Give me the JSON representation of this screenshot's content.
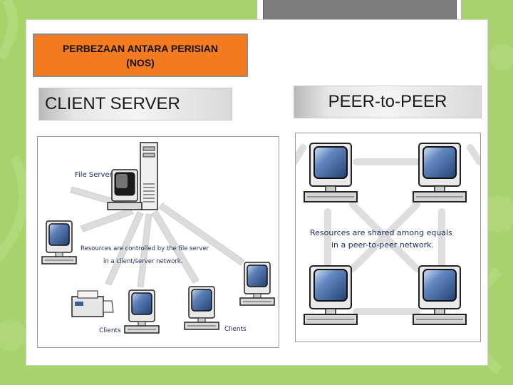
{
  "slide": {
    "title": "PERBEZAAN ANTARA PERISIAN\n(NOS)",
    "left_heading": "CLIENT SERVER",
    "right_heading": "PEER-to-PEER"
  },
  "client_server_diagram": {
    "server_label": "File Server",
    "caption_line1": "Resources are controlled by the file server",
    "caption_line2": "in a client/server network.",
    "clients_label_left": "Clients",
    "clients_label_right": "Clients"
  },
  "peer_diagram": {
    "caption_line1": "Resources are shared among equals",
    "caption_line2": "in a peer-to-peer network."
  },
  "colors": {
    "background": "#a6d36b",
    "title_box": "#f47a20",
    "screen_blue": "#3c5f99",
    "arrow_gray": "#dcdcdc"
  }
}
